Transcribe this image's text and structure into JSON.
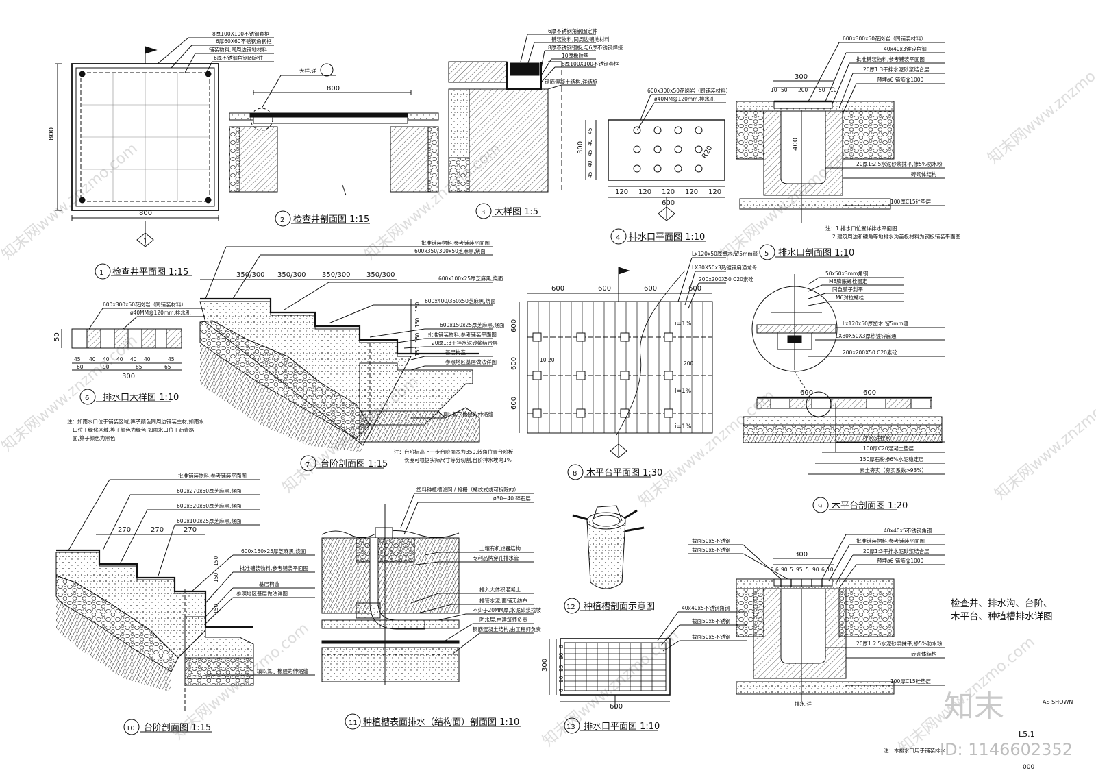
{
  "sheet_title": [
    "检查井、排水沟、台阶、",
    "木平台、种植槽排水详图"
  ],
  "scale_note": "AS SHOWN",
  "sheet_no": "L5.1",
  "sheet_sub": "000",
  "logo": "知末",
  "id_text": "ID: 1146602352",
  "watermark": "知末网www.znzmo.com",
  "bottom_note": "注：本排水口用于铺装排水",
  "d1": {
    "num": "1",
    "title": "检查井平面图  1:15",
    "dims": [
      "800",
      "800"
    ],
    "notes": [
      "8厚100X100不锈钢套框",
      "6厚60X60不锈钢角钢框",
      "铺装物料,同周边铺地材料",
      "6厚不锈钢角钢固定件"
    ]
  },
  "d2": {
    "num": "2",
    "title": "检查井剖面图  1:15",
    "dim": "800",
    "ref": "大样,详"
  },
  "d3": {
    "num": "3",
    "title": "大样图  1:5",
    "notes": [
      "6厚不锈钢角钢固定件",
      "铺装物料,同周边铺地材料",
      "8厚不锈钢钢板,与6厚不锈钢焊接",
      "10厚橡胶垫",
      "8厚100X100不锈钢套框",
      "钢筋混凝土结构,详结施"
    ]
  },
  "d4": {
    "num": "4",
    "title": "排水口平面图  1:10",
    "notes": [
      "600x300x50花岗岩（同铺装材料）",
      "ø40MM@120mm,排水孔"
    ],
    "hdims": [
      "120",
      "120",
      "120",
      "120",
      "120"
    ],
    "total": "600",
    "vdims": [
      "45",
      "40",
      "45",
      "40",
      "45"
    ],
    "vtotal": "300",
    "r": "R20"
  },
  "d5": {
    "num": "5",
    "title": "排水口剖面图  1:10",
    "dims": [
      "10",
      "50",
      "200",
      "50",
      "10"
    ],
    "top": "300",
    "h": "400",
    "notes": [
      "600x300x50花岗岩（同铺装材料）",
      "40x40x3镀锌角钢",
      "批准铺装物料,参考铺装平面图",
      "20厚1:3干拌水泥砂浆结合层",
      "预埋ø6 锚筋@1000",
      "20厚1:2.5水泥砂浆抹平,掺5%防水粉",
      "砖砌体结构",
      "100厚C15砼垫层"
    ],
    "note2": [
      "注：1.排水口位置详排水平面图.",
      "2.建筑周边和硬角等地排水沟盖板材料为钢板铺装平面图."
    ]
  },
  "d6": {
    "num": "6",
    "title": "排水口大样图  1:10",
    "notes": [
      "600x300x50花岗岩（同铺装材料）",
      "ø40MM@120mm,排水孔"
    ],
    "dims": [
      "45",
      "40",
      "40",
      "40",
      "40",
      "40",
      "45"
    ],
    "dims2": [
      "60",
      "90",
      "85",
      "65"
    ],
    "total": "300",
    "h": "50",
    "footnote": [
      "注：如雨水口位于铺装区域,箅子颜色同周边铺装主材;如雨水",
      "口位于绿化区域,箅子颜色为绿色;如雨水口位于沥青路",
      "面,箅子颜色为黑色"
    ]
  },
  "d7": {
    "num": "7",
    "title": "台阶剖面图  1:15",
    "treads": [
      "350/300",
      "350/300",
      "350/300",
      "350/300"
    ],
    "risers": [
      "150",
      "150",
      "150",
      "150"
    ],
    "notes": [
      "批准铺装物料,参考铺装平面图",
      "600x350/300x50芝麻黑,烧面",
      "600x100x25厚芝麻黑,烧面",
      "600x400/350x50芝麻黑,烧面",
      "600x150x25厚芝麻黑,烧面",
      "批准铺装物料,参考铺装平面图",
      "20厚1:3干拌水泥砂浆结合层",
      "基层构造",
      "参照地区基层做法详图",
      "填以氯丁橡胶的伸缩缝"
    ],
    "footnote": [
      "注：台阶标高上一步台阶面宽为350,转角位置台阶板",
      "长度可根据实际尺寸等分切割,台阶排水坡向1%"
    ]
  },
  "d8": {
    "num": "8",
    "title": "木平台平面图  1:30",
    "dims": [
      "600",
      "600",
      "600",
      "600"
    ],
    "vdims": [
      "600",
      "600",
      "600"
    ],
    "notes": [
      "Lx120x50厚塑木,留5mm缝",
      "LX80X50x3热镀锌扁通龙骨",
      "200x200X50 C20素砼"
    ],
    "slopes": [
      "i=1%",
      "i=1%",
      "i=1%"
    ],
    "d200": "200",
    "d10": "10 20"
  },
  "d9": {
    "num": "9",
    "title": "木平台剖面图  1:20",
    "dims": [
      "600",
      "600"
    ],
    "notes": [
      "50x50x3mm角钢",
      "M8膨胀螺栓固定",
      "同色腻子封平",
      "M6对拉螺栓",
      "Lx120x50厚塑木,留5mm缝",
      "LX80X50X3厚热镀锌扁通",
      "200x200X50 C20素砼",
      "排水,详排水",
      "100厚C20混凝土垫层",
      "150厚石粉掺6%水泥稳定层",
      "素土夯实（夯实系数>93%）"
    ]
  },
  "d10": {
    "num": "10",
    "title": "台阶剖面图  1:15",
    "treads": [
      "270",
      "270",
      "270"
    ],
    "risers": [
      "150",
      "150",
      "150"
    ],
    "notes": [
      "批准铺装物料,参考铺装平面图",
      "600x270x50厚芝麻黑,烧面",
      "600x320x50厚芝麻黑,烧面",
      "600x100x25厚芝麻黑,烧面",
      "600x150x25厚芝麻黑,烧面",
      "批准铺装物料,参考铺装平面图",
      "基层构造",
      "参照地区基层做法详图",
      "填以氯丁橡胶的伸缩缝"
    ]
  },
  "d11": {
    "num": "11",
    "title": "种植槽表面排水（结构面）剖面图  1:10",
    "notes": [
      "塑料种植槽滤网 / 格栅（螺纹式或可拆除的）",
      "ø30~40 碎石层",
      "土壤有机滤器结构",
      "专利品牌穿孔排水管",
      "排入大体积混凝土",
      "排管水泥,面铺无纺布",
      "不少于20MM厚,水泥砂浆找坡",
      "防水层,由建筑师负责",
      "钢筋混凝土结构,由工程师负责"
    ]
  },
  "d12": {
    "num": "12",
    "title": "种植槽剖面示意图"
  },
  "d13": {
    "num": "13",
    "title": "排水口平面图  1:10",
    "dim": "600",
    "h": "300",
    "vdims": [
      "6",
      "90",
      "95",
      "90",
      "6"
    ],
    "notes": [
      "40x40x5不锈钢角钢",
      "截面50x6不锈钢",
      "截面50x5不锈钢"
    ]
  },
  "d5b": {
    "dims": [
      "10",
      "6",
      "90",
      "5",
      "95",
      "5",
      "90",
      "6",
      "10"
    ],
    "top": "300",
    "notes": [
      "截面50x5不锈钢",
      "截面50x6不锈钢",
      "40x40x5不锈钢角钢",
      "批准铺装物料,参考铺装平面图",
      "20厚1:3干拌水泥砂浆结合层",
      "预埋ø6 锚筋@1000",
      "20厚1:2.5水泥砂浆抹平,掺5%防水粉",
      "砖砌体结构",
      "100厚C15砼垫层",
      "排水,详"
    ]
  }
}
